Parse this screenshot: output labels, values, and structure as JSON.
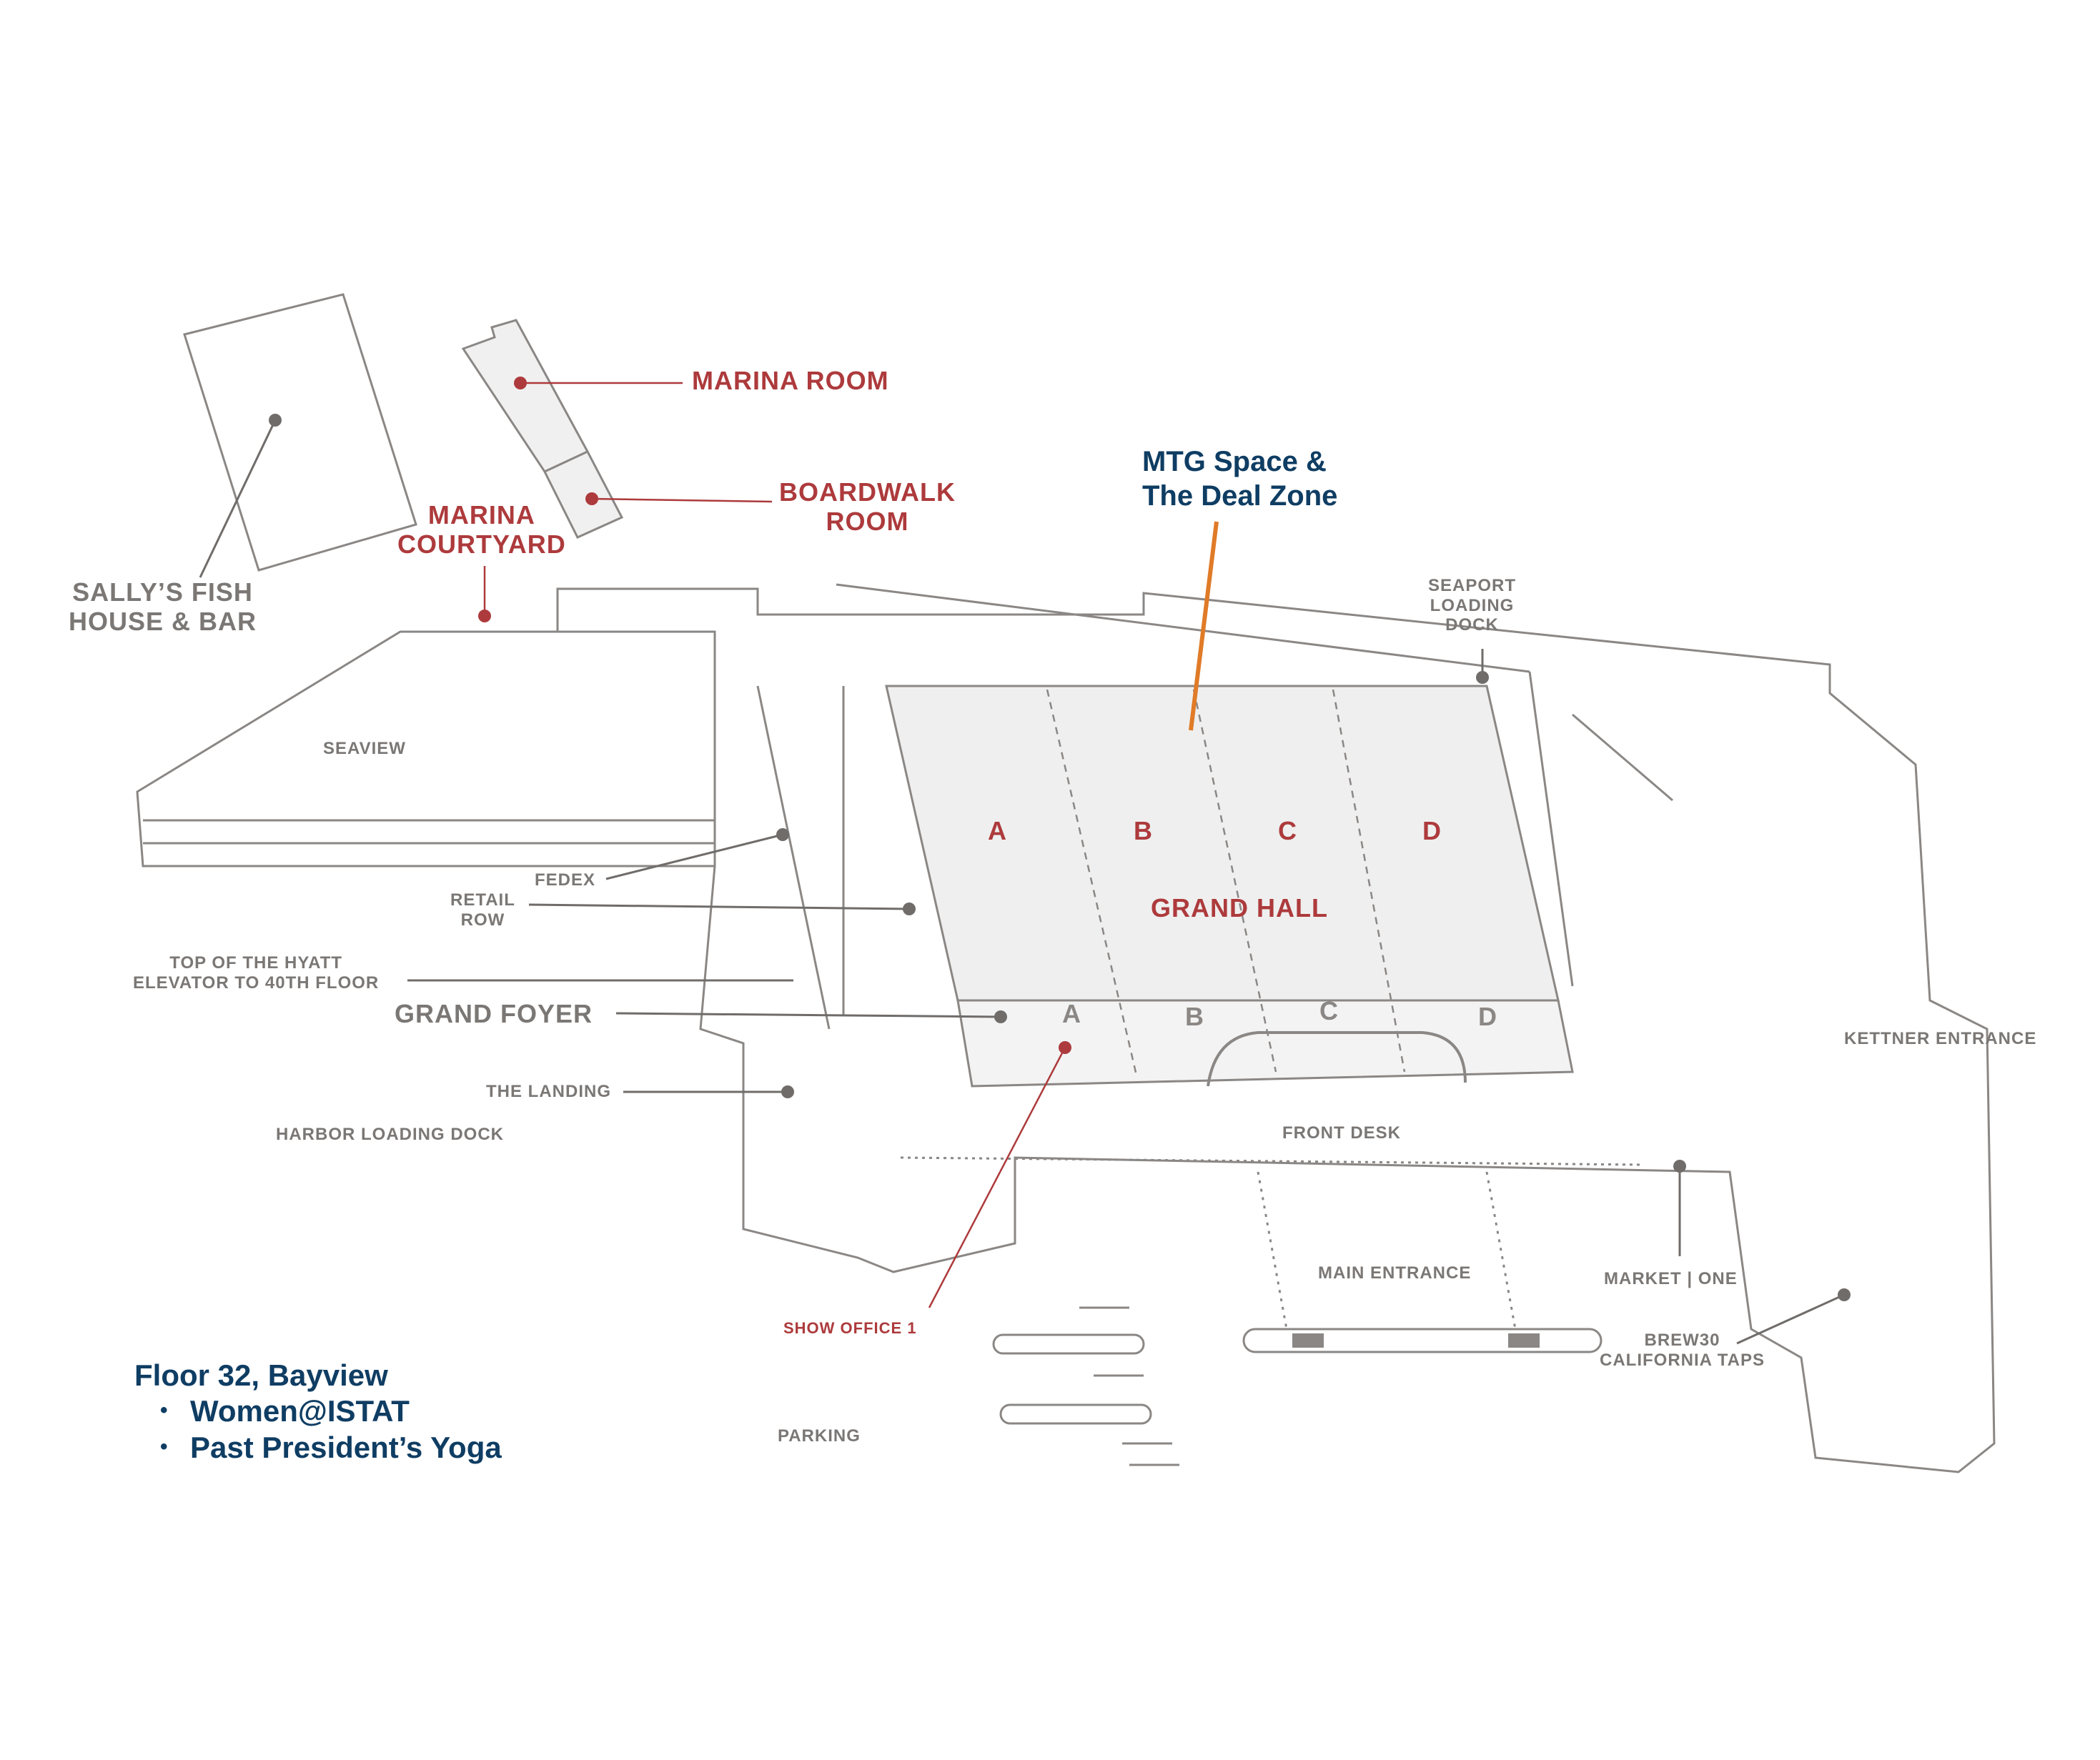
{
  "callout": {
    "line1": "MTG Space &",
    "line2": "The Deal Zone"
  },
  "labels": {
    "marina_room": "MARINA ROOM",
    "boardwalk_room": [
      "BOARDWALK",
      "ROOM"
    ],
    "marina_courtyard": [
      "MARINA",
      "COURTYARD"
    ],
    "sallys_fish_house": [
      "SALLY’S FISH",
      "HOUSE & BAR"
    ],
    "seaview": "SEAVIEW",
    "fedex": "FEDEX",
    "retail_row": [
      "RETAIL",
      "ROW"
    ],
    "top_of_the_hyatt": [
      "TOP OF THE HYATT",
      "ELEVATOR TO 40TH FLOOR"
    ],
    "grand_foyer": "GRAND FOYER",
    "the_landing": "THE LANDING",
    "harbor_loading_dock": "HARBOR LOADING DOCK",
    "grand_hall": "GRAND HALL",
    "seaport_loading_dock": [
      "SEAPORT",
      "LOADING",
      "DOCK"
    ],
    "kettner_entrance": "KETTNER ENTRANCE",
    "front_desk": "FRONT DESK",
    "main_entrance": "MAIN ENTRANCE",
    "market_one": "MARKET | ONE",
    "brew30": [
      "BREW30",
      "CALIFORNIA TAPS"
    ],
    "show_office": "SHOW OFFICE 1",
    "parking": "PARKING"
  },
  "hall_sections": [
    "A",
    "B",
    "C",
    "D"
  ],
  "foyer_sections": [
    "A",
    "B",
    "C",
    "D"
  ],
  "notes": {
    "title": "Floor 32, Bayview",
    "items": [
      "Women@ISTAT",
      "Past President’s Yoga"
    ]
  },
  "colors": {
    "red": "#ad3a3c",
    "gray": "#7a7775",
    "navy": "#0f3d63",
    "orange": "#e07b28",
    "hall_fill": "#efefef"
  }
}
